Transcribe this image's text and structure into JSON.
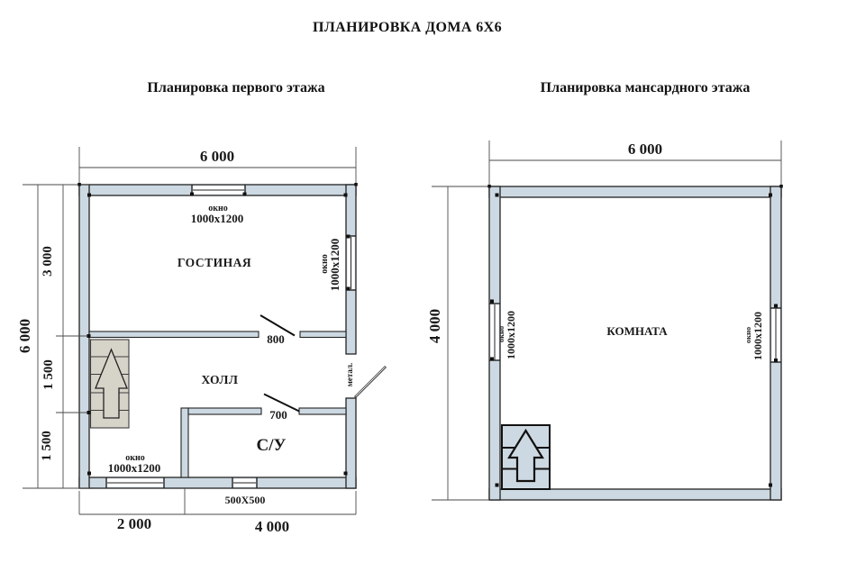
{
  "title": "ПЛАНИРОВКА ДОМА 6Х6",
  "colors": {
    "wall_fill": "#cdd9e2",
    "stairs_fill": "#d6d3c8",
    "outline": "#222222",
    "dim_line": "#4a4a4a",
    "text": "#1a1a1a"
  },
  "first_floor": {
    "subtitle": "Планировка первого этажа",
    "rooms": {
      "living": "ГОСТИНАЯ",
      "hall": "ХОЛЛ",
      "bathroom": "С/У"
    },
    "windows": {
      "label": "окно",
      "size_main": "1000х1200",
      "size_small": "500Х500"
    },
    "doors": {
      "living_width": "800",
      "bathroom_width": "700",
      "entrance_material": "метал."
    },
    "dims": {
      "width_total": "6 000",
      "height_total": "6 000",
      "height_living": "3 000",
      "height_mid": "1 500",
      "height_bottom": "1 500",
      "bottom_left": "2 000",
      "bottom_right": "4 000"
    }
  },
  "attic_floor": {
    "subtitle": "Планировка мансардного этажа",
    "rooms": {
      "room": "КОМНАТА"
    },
    "windows": {
      "label": "окно",
      "size_main": "1000х1200"
    },
    "dims": {
      "width_total": "6 000",
      "height_total": "4 000"
    }
  }
}
